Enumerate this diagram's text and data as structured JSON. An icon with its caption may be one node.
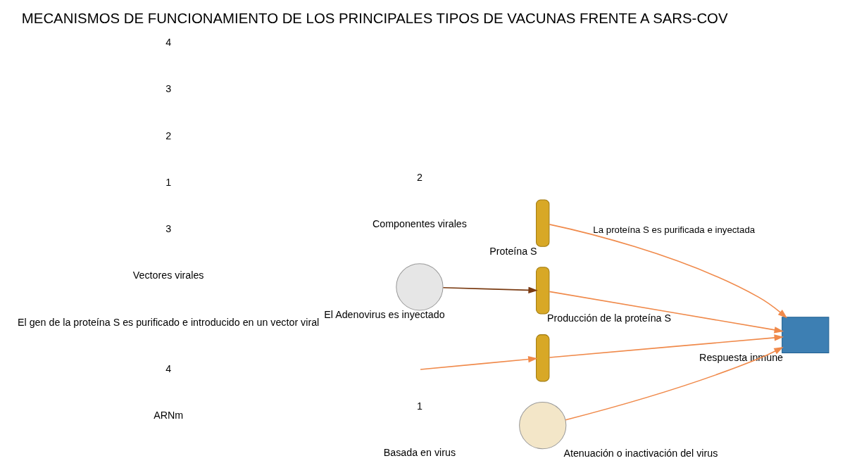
{
  "diagram": {
    "title": "MECANISMOS DE FUNCIONAMIENTO DE LOS PRINCIPALES TIPOS DE VACUNAS FRENTE A SARS-COV",
    "nodes": [
      {
        "text": [],
        "shape": "circle",
        "beside": [
          "Atenuación o inactivación del virus"
        ]
      },
      {
        "text": [],
        "shape": "bar",
        "beside": [
          "Proteína S"
        ]
      },
      {
        "text": [],
        "shape": "box",
        "beside": [
          "Respuesta inmune"
        ]
      },
      {
        "text": [],
        "shape": "circle",
        "beside": [
          "El Adenovirus es inyectado"
        ]
      },
      {
        "text": [],
        "shape": "bar",
        "beside": [
          "Producción de la proteína S"
        ]
      },
      {
        "text": [],
        "shape": "bar"
      }
    ],
    "edges": [
      {
        "from": 0,
        "to": 2,
        "arrow": "to"
      },
      {
        "from": 1,
        "to": 2,
        "arrow": "to",
        "label": "La proteína S es purificada e inyectada"
      },
      {
        "from": 3,
        "to": 4,
        "arrow": "to",
        "color": "#7a3b12"
      },
      {
        "from": 4,
        "to": 2,
        "arrow": "to"
      },
      {
        "from": null,
        "to": 5,
        "arrow": "to"
      },
      {
        "from": 5,
        "to": 2,
        "arrow": "to"
      }
    ],
    "labels": [
      "1",
      "2",
      "3",
      "4",
      "1",
      "Basada en virus",
      "2",
      "Componentes virales",
      "3",
      "Vectores virales",
      "El gen de la proteína S es purificado e introducido en un vector viral",
      "4",
      "ARNm"
    ]
  }
}
